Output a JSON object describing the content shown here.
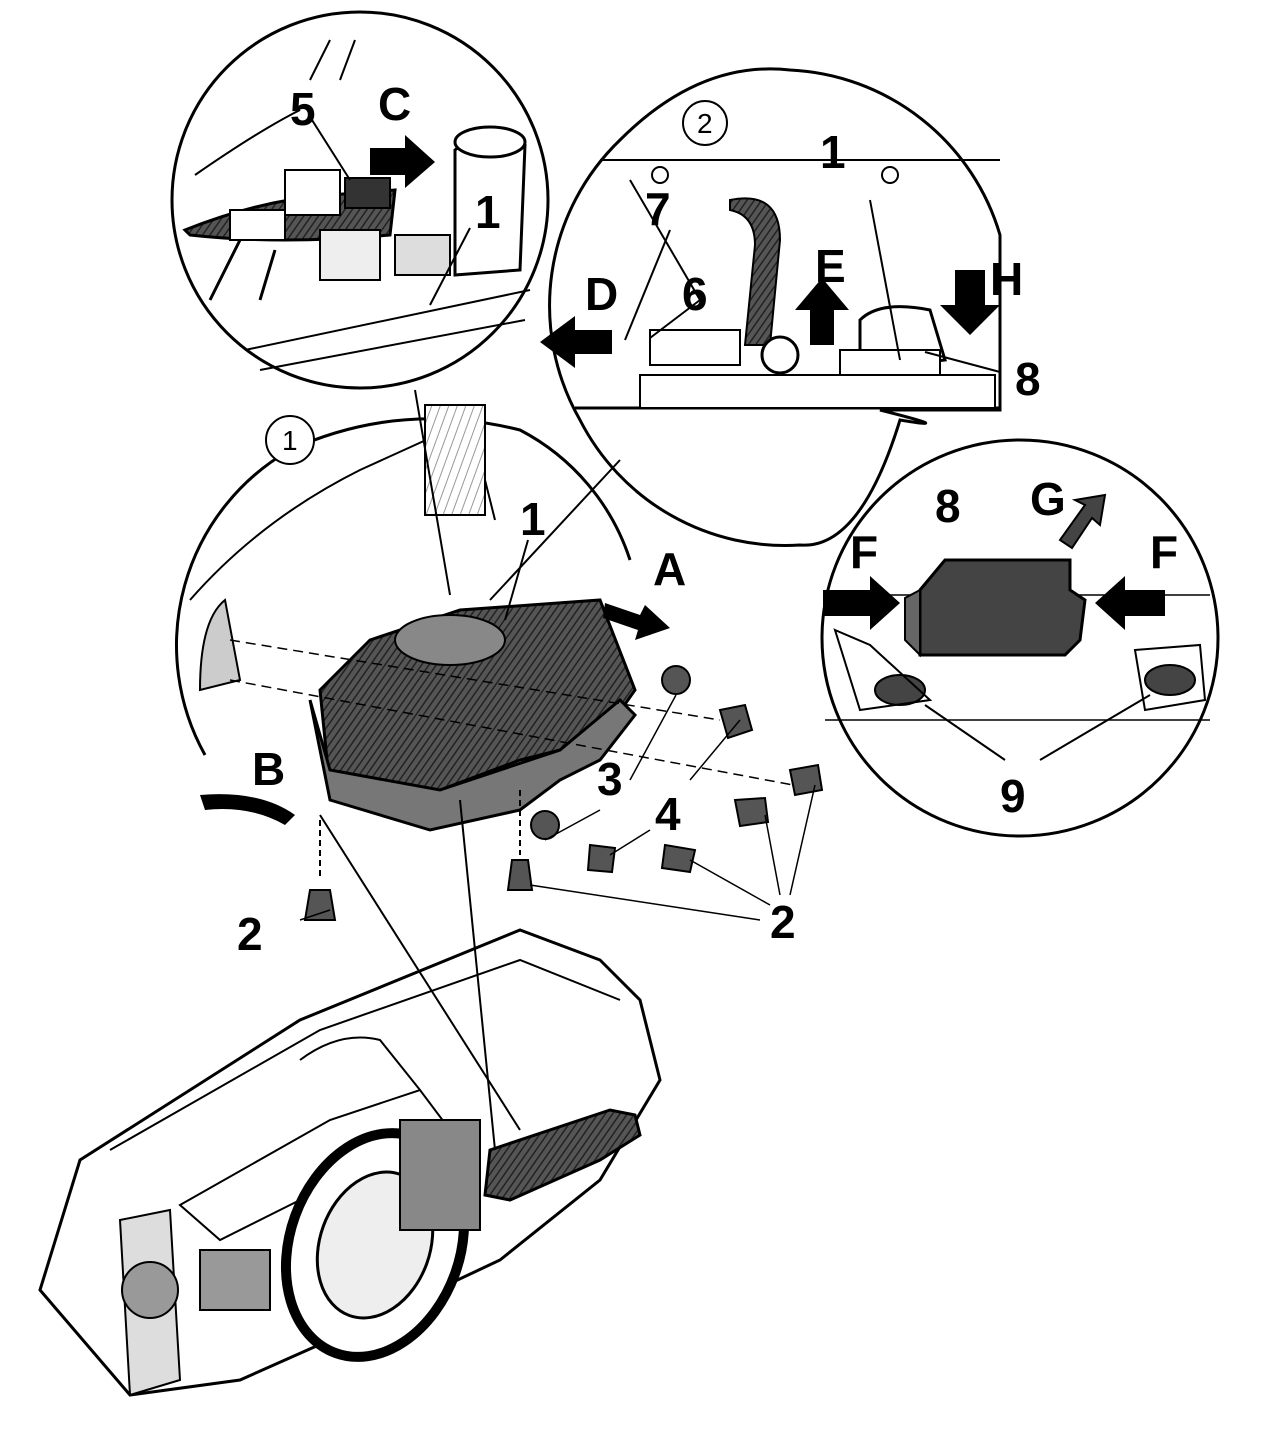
{
  "labels": {
    "circle_1": "1",
    "circle_2": "2",
    "C": "C",
    "D": "D",
    "E": "E",
    "H": "H",
    "A": "A",
    "B": "B",
    "F": "F",
    "G": "G",
    "n1": "1",
    "n2": "2",
    "n3": "3",
    "n4": "4",
    "n5": "5",
    "n6": "6",
    "n7": "7",
    "n8": "8",
    "n9": "9"
  }
}
